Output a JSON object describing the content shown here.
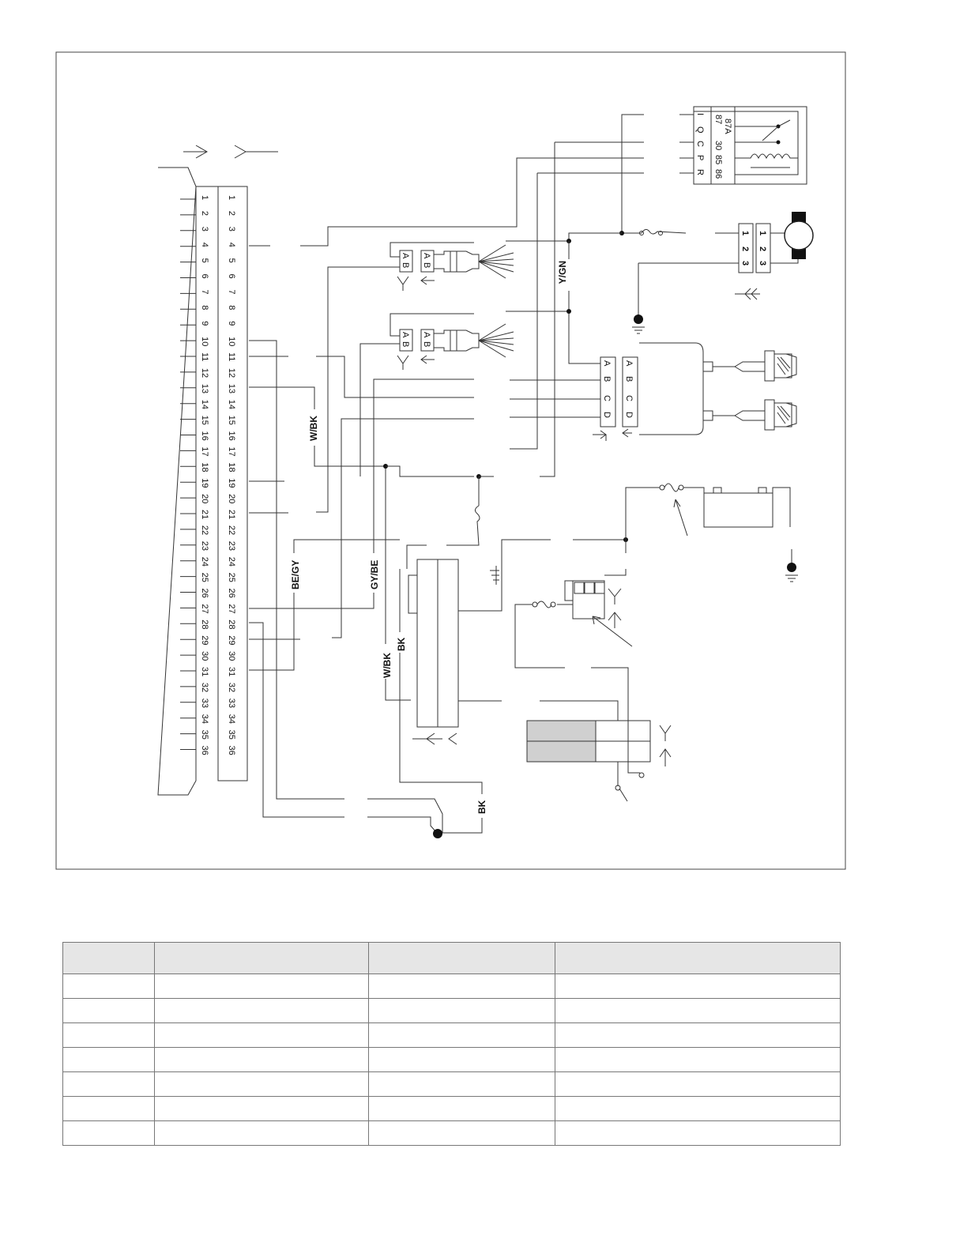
{
  "diagram": {
    "wire_labels": {
      "y_gn": "Y/GN",
      "w_bk": "W/BK",
      "be_gy": "BE/GY",
      "gy_be": "GY/BE",
      "w_bk_2": "W/BK",
      "bk": "BK",
      "bk_ground": "BK"
    },
    "ecu_pins": [
      "1",
      "2",
      "3",
      "4",
      "5",
      "6",
      "7",
      "8",
      "9",
      "10",
      "11",
      "12",
      "13",
      "14",
      "15",
      "16",
      "17",
      "18",
      "19",
      "20",
      "21",
      "22",
      "23",
      "24",
      "25",
      "26",
      "27",
      "28",
      "29",
      "30",
      "31",
      "32",
      "33",
      "34",
      "35",
      "36"
    ],
    "relay": {
      "pins": [
        "87",
        "87A",
        "30",
        "85",
        "86"
      ],
      "letters": [
        "I",
        "Q",
        "C",
        "P",
        "R"
      ]
    },
    "motor_connector_pins": [
      "1",
      "2",
      "3"
    ],
    "sensor_connector_pins": [
      "A",
      "B"
    ],
    "coil_connector_pins": [
      "A",
      "B",
      "C",
      "D"
    ]
  },
  "legend_table": {
    "columns": 4,
    "rows": 7
  }
}
